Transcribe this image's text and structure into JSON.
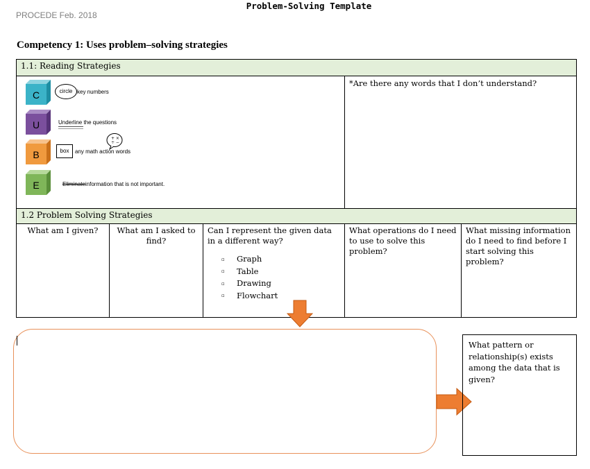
{
  "header": {
    "org": "PROCEDE Feb. 2018",
    "title": "Problem-Solving Template"
  },
  "competency": "Competency 1: Uses problem–solving strategies",
  "reading": {
    "title": "1.1: Reading Strategies",
    "steps": [
      {
        "letter": "C",
        "color": "#3bb3c8",
        "shape_text": "circle",
        "text": "key numbers"
      },
      {
        "letter": "U",
        "color": "#7b4f9d",
        "text": "Underline the questions"
      },
      {
        "letter": "B",
        "color": "#f09a3e",
        "shape_text": "box",
        "text": "any math action words"
      },
      {
        "letter": "E",
        "color": "#7fb659",
        "struck": "Eliminate",
        "text": "information that is not important."
      }
    ],
    "question": "*Are there any words that I don’t understand?"
  },
  "problem": {
    "title": "1.2 Problem Solving Strategies",
    "columns": [
      "What am I given?",
      "What am I asked to find?",
      "Can I represent the given data in a different way?",
      "What operations do I need to use to solve this problem?",
      "What missing information do I need to find before I start solving this problem?"
    ],
    "representations": [
      "Graph",
      "Table",
      "Drawing",
      "Flowchart"
    ]
  },
  "pattern_question": "What pattern or relationship(s) exists among the data that is given?",
  "colors": {
    "band": "#e3efd9",
    "arrow": "#ed7d31",
    "rounded_border": "#e8915a"
  }
}
